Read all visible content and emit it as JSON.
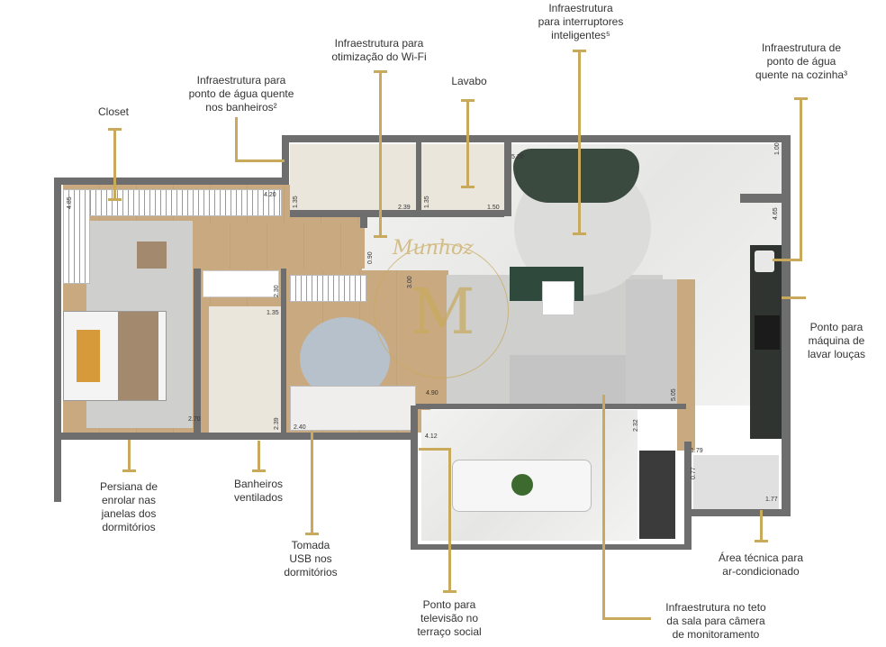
{
  "annotations": [
    {
      "id": "interruptores",
      "lines": [
        "Infraestrutura",
        "para interruptores",
        "inteligentes⁵"
      ]
    },
    {
      "id": "wifi",
      "lines": [
        "Infraestrutura para",
        "otimização do Wi-Fi"
      ]
    },
    {
      "id": "lavabo",
      "lines": [
        "Lavabo"
      ]
    },
    {
      "id": "agua-banheiros",
      "lines": [
        "Infraestrutura para",
        "ponto de água quente",
        "nos banheiros²"
      ]
    },
    {
      "id": "closet",
      "lines": [
        "Closet"
      ]
    },
    {
      "id": "agua-cozinha",
      "lines": [
        "Infraestrutura de",
        "ponto de água",
        "quente na cozinha³"
      ]
    },
    {
      "id": "lava-loucas",
      "lines": [
        "Ponto para",
        "máquina de",
        "lavar louças"
      ]
    },
    {
      "id": "persiana",
      "lines": [
        "Persiana de",
        "enrolar nas",
        "janelas dos",
        "dormitórios"
      ]
    },
    {
      "id": "banheiros",
      "lines": [
        "Banheiros",
        "ventilados"
      ]
    },
    {
      "id": "usb",
      "lines": [
        "Tomada",
        "USB nos",
        "dormitórios"
      ]
    },
    {
      "id": "tv",
      "lines": [
        "Ponto para",
        "televisão no",
        "terraço social"
      ]
    },
    {
      "id": "camera",
      "lines": [
        "Infraestrutura no teto",
        "da sala para câmera",
        "de monitoramento"
      ]
    },
    {
      "id": "ar",
      "lines": [
        "Área técnica para",
        "ar-condicionado"
      ]
    }
  ],
  "dimensions": [
    "4.85",
    "4.20",
    "1.35",
    "2.39",
    "1.35",
    "1.50",
    "5.20",
    "1.00",
    "4.65",
    "0.90",
    "2.30",
    "3.00",
    "1.35",
    "2.70",
    "2.39",
    "2.40",
    "4.90",
    "4.12",
    "2.32",
    "5.05",
    "1.79",
    "0.77",
    "1.77"
  ],
  "watermark": "Munhoz",
  "colors": {
    "accent": "#c9a95c",
    "wall": "#6e6e6e"
  }
}
